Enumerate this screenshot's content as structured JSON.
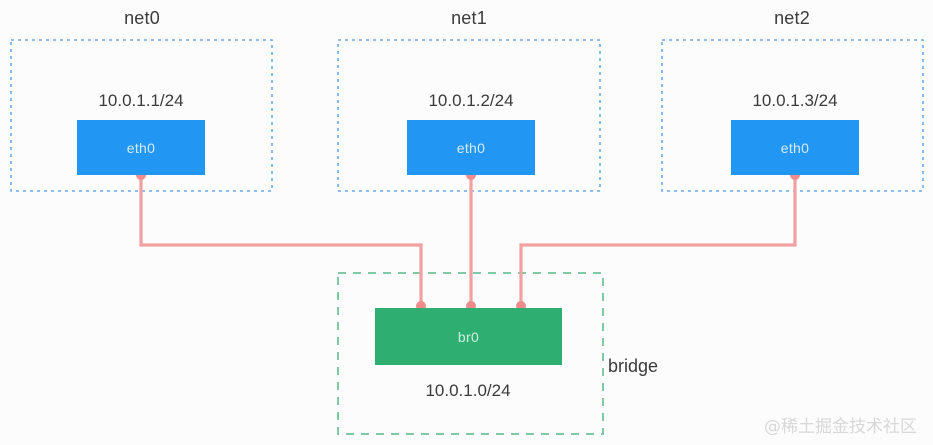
{
  "diagram": {
    "title_watermark": "@稀土掘金技术社区",
    "colors": {
      "interface_fill": "#2196f3",
      "interface_text": "#d7ebfb",
      "bridge_fill": "#2eae71",
      "bridge_text": "#cdeedc",
      "namespace_border": "#6aa9e9",
      "bridge_border": "#7fc9a4",
      "link": "#f3a0a0",
      "background": "#fcfcfc",
      "label_text": "#3b3b3b"
    },
    "namespaces": [
      {
        "name": "net0",
        "ip": "10.0.1.1/24",
        "interface": "eth0"
      },
      {
        "name": "net1",
        "ip": "10.0.1.2/24",
        "interface": "eth0"
      },
      {
        "name": "net2",
        "ip": "10.0.1.3/24",
        "interface": "eth0"
      }
    ],
    "bridge": {
      "label": "bridge",
      "interface": "br0",
      "subnet": "10.0.1.0/24"
    }
  }
}
